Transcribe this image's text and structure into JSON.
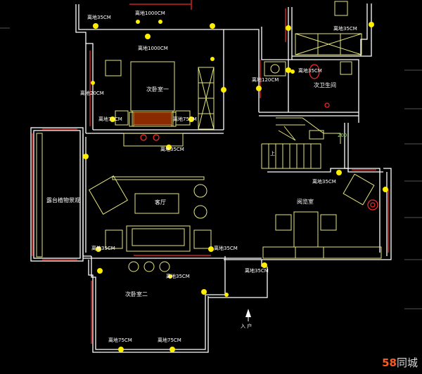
{
  "colors": {
    "background": "#000000",
    "wall": "#ffffff",
    "wall_accent": "#cc2222",
    "furniture": "#ffff66",
    "light": "#ffff00",
    "dim": "#666666"
  },
  "rooms": {
    "master_bedroom": "次卧室一",
    "living_room": "客厅",
    "bedroom_two": "次卧室二",
    "study": "阅览室",
    "bathroom": "次卫生间",
    "balcony": "露台植物景观"
  },
  "labels": {
    "h35_top": "离地35CM",
    "h1000_top": "离地1000CM",
    "h1000_bed": "离地1000CM",
    "h20_left": "离地20CM",
    "h75_left": "离地75CM",
    "h75_right": "离地75CM",
    "h35_bed_bottom": "离地35CM",
    "h35_bath": "离地35CM",
    "h120_bath": "离地120CM",
    "h35_topright": "离地35CM",
    "h35_study": "离地35CM",
    "h35_living_left": "离地35CM",
    "h35_living_right": "离地35CM",
    "h35_bed2": "离地35CM",
    "h35_corridor": "离地35CM",
    "h75_bed2_left": "离地75CM",
    "h75_bed2_right": "离地75CM",
    "stair_up": "上",
    "stair_num": "200"
  },
  "entrance": "入 户",
  "watermark": {
    "number": "58",
    "text": "同城"
  }
}
